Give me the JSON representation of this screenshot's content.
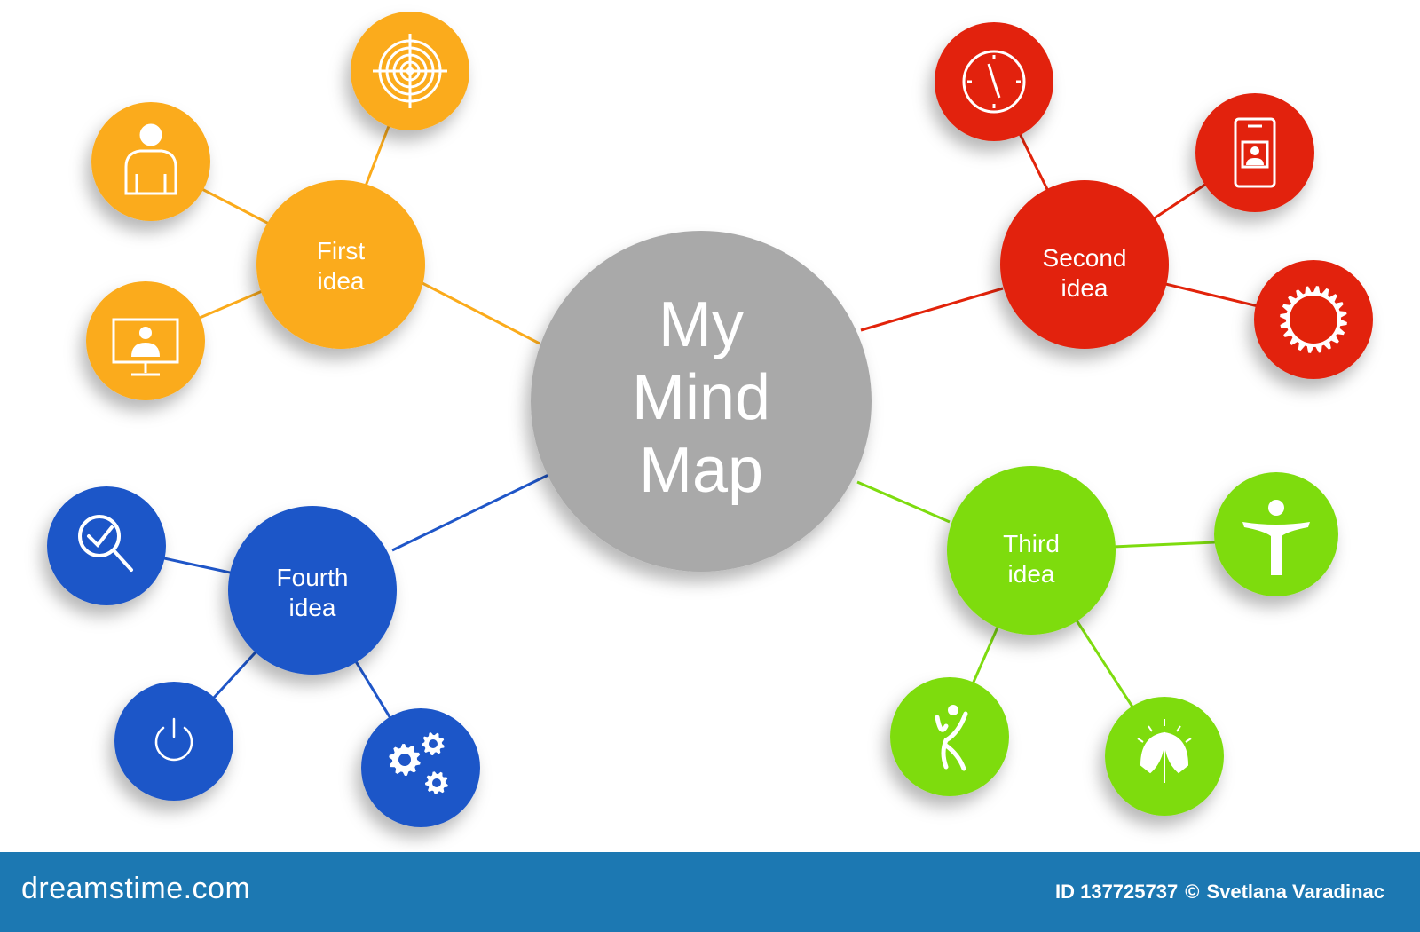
{
  "center": {
    "lines": [
      "My",
      "Mind",
      "Map"
    ],
    "color": "#a9a9a9"
  },
  "ideas": [
    {
      "id": "first",
      "lines": [
        "First",
        "idea"
      ],
      "color": "#fbab1b",
      "icons": [
        "target-icon",
        "person-icon",
        "monitor-user-icon"
      ]
    },
    {
      "id": "second",
      "lines": [
        "Second",
        "idea"
      ],
      "color": "#e2230a",
      "icons": [
        "clock-icon",
        "phone-user-icon",
        "gear-icon"
      ]
    },
    {
      "id": "third",
      "lines": [
        "Third",
        "idea"
      ],
      "color": "#7edc0f",
      "icons": [
        "stretch-figure-icon",
        "dancer-icon",
        "leaf-icon"
      ]
    },
    {
      "id": "fourth",
      "lines": [
        "Fourth",
        "idea"
      ],
      "color": "#1f56c8",
      "icons": [
        "magnifier-check-icon",
        "power-icon",
        "gears-icon"
      ]
    }
  ],
  "footer": {
    "brand": "dreamstime.com",
    "id_text": "ID 137725737",
    "copyright_symbol": "©",
    "author": "Svetlana Varadinac",
    "bg_color": "#1c78b2"
  }
}
